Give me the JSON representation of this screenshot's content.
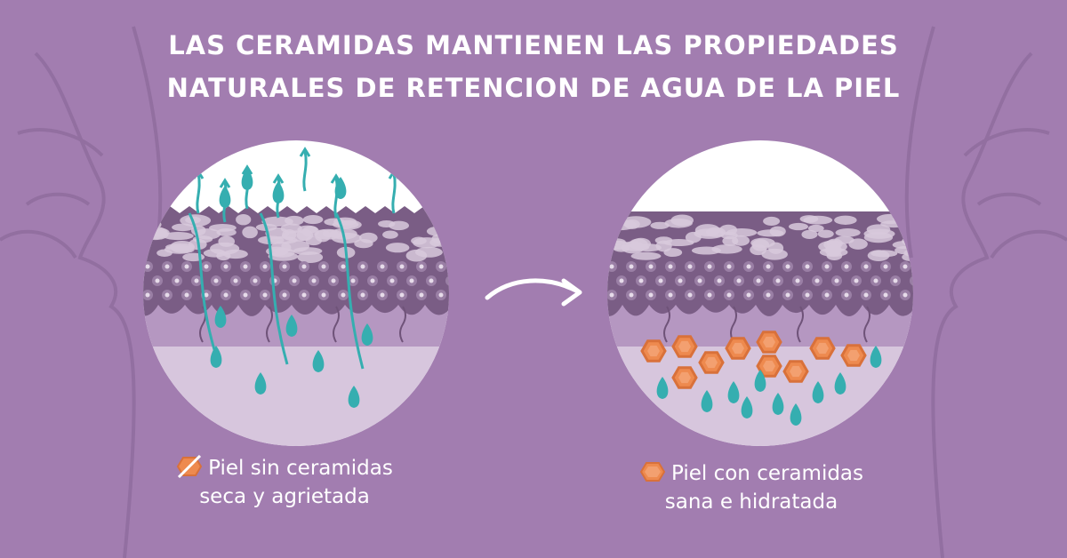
{
  "title": {
    "line1": "LAS CERAMIDAS MANTIENEN LAS PROPIEDADES",
    "line2": "NATURALES DE RETENCION DE AGUA DE LA PIEL"
  },
  "left_panel": {
    "caption_line1": "Piel sin ceramidas",
    "caption_line2": "seca y agrietada",
    "icon": "crossed-ceramide-hexagon-icon"
  },
  "right_panel": {
    "caption_line1": "Piel con ceramidas",
    "caption_line2": "sana e hidratada",
    "icon": "ceramide-hexagon-icon"
  },
  "arrow_icon": "curved-arrow-right-icon",
  "colors": {
    "background": "#a27db0",
    "skin_dark": "#7a5d85",
    "dermis_mid": "#b597c1",
    "dermis_light": "#d7c6dd",
    "water_drop": "#35aeb0",
    "ceramide": "#ee8a4f",
    "text": "#ffffff"
  }
}
